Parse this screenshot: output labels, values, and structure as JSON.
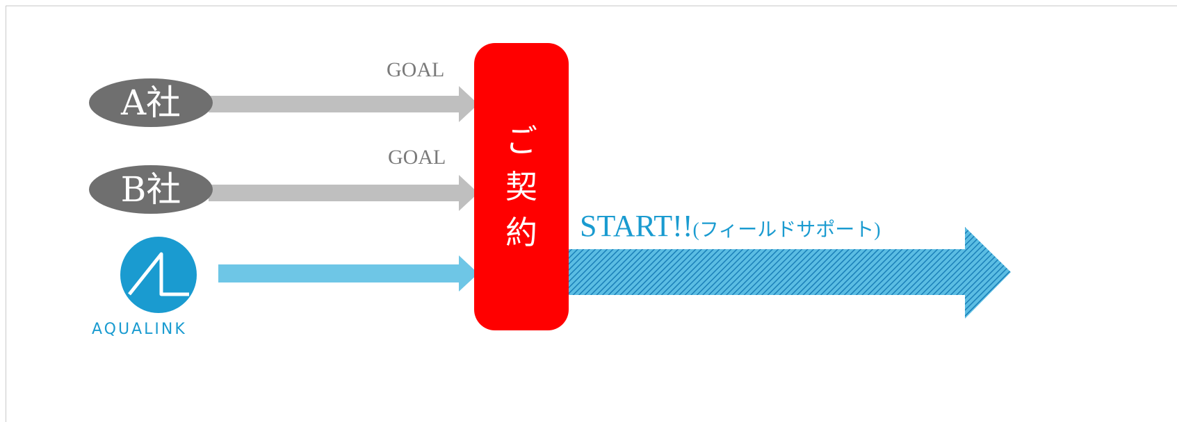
{
  "companies": [
    {
      "label": "A社",
      "goal": "GOAL"
    },
    {
      "label": "B社",
      "goal": "GOAL"
    }
  ],
  "contract": {
    "chars": [
      "ご",
      "契",
      "約"
    ]
  },
  "start": {
    "label": "START!!",
    "sub": "(フィールドサポート)"
  },
  "logo": {
    "name": "AQUALINK",
    "icon": "aqualink-logo-icon"
  },
  "colors": {
    "company_oval": "#6f6f6f",
    "gray_arrow": "#bfbfbf",
    "blue_arrow": "#6ec6e6",
    "contract_box": "#ff0000",
    "start_text": "#1a9bd0",
    "hatched_arrow": "#1a9bd0"
  }
}
